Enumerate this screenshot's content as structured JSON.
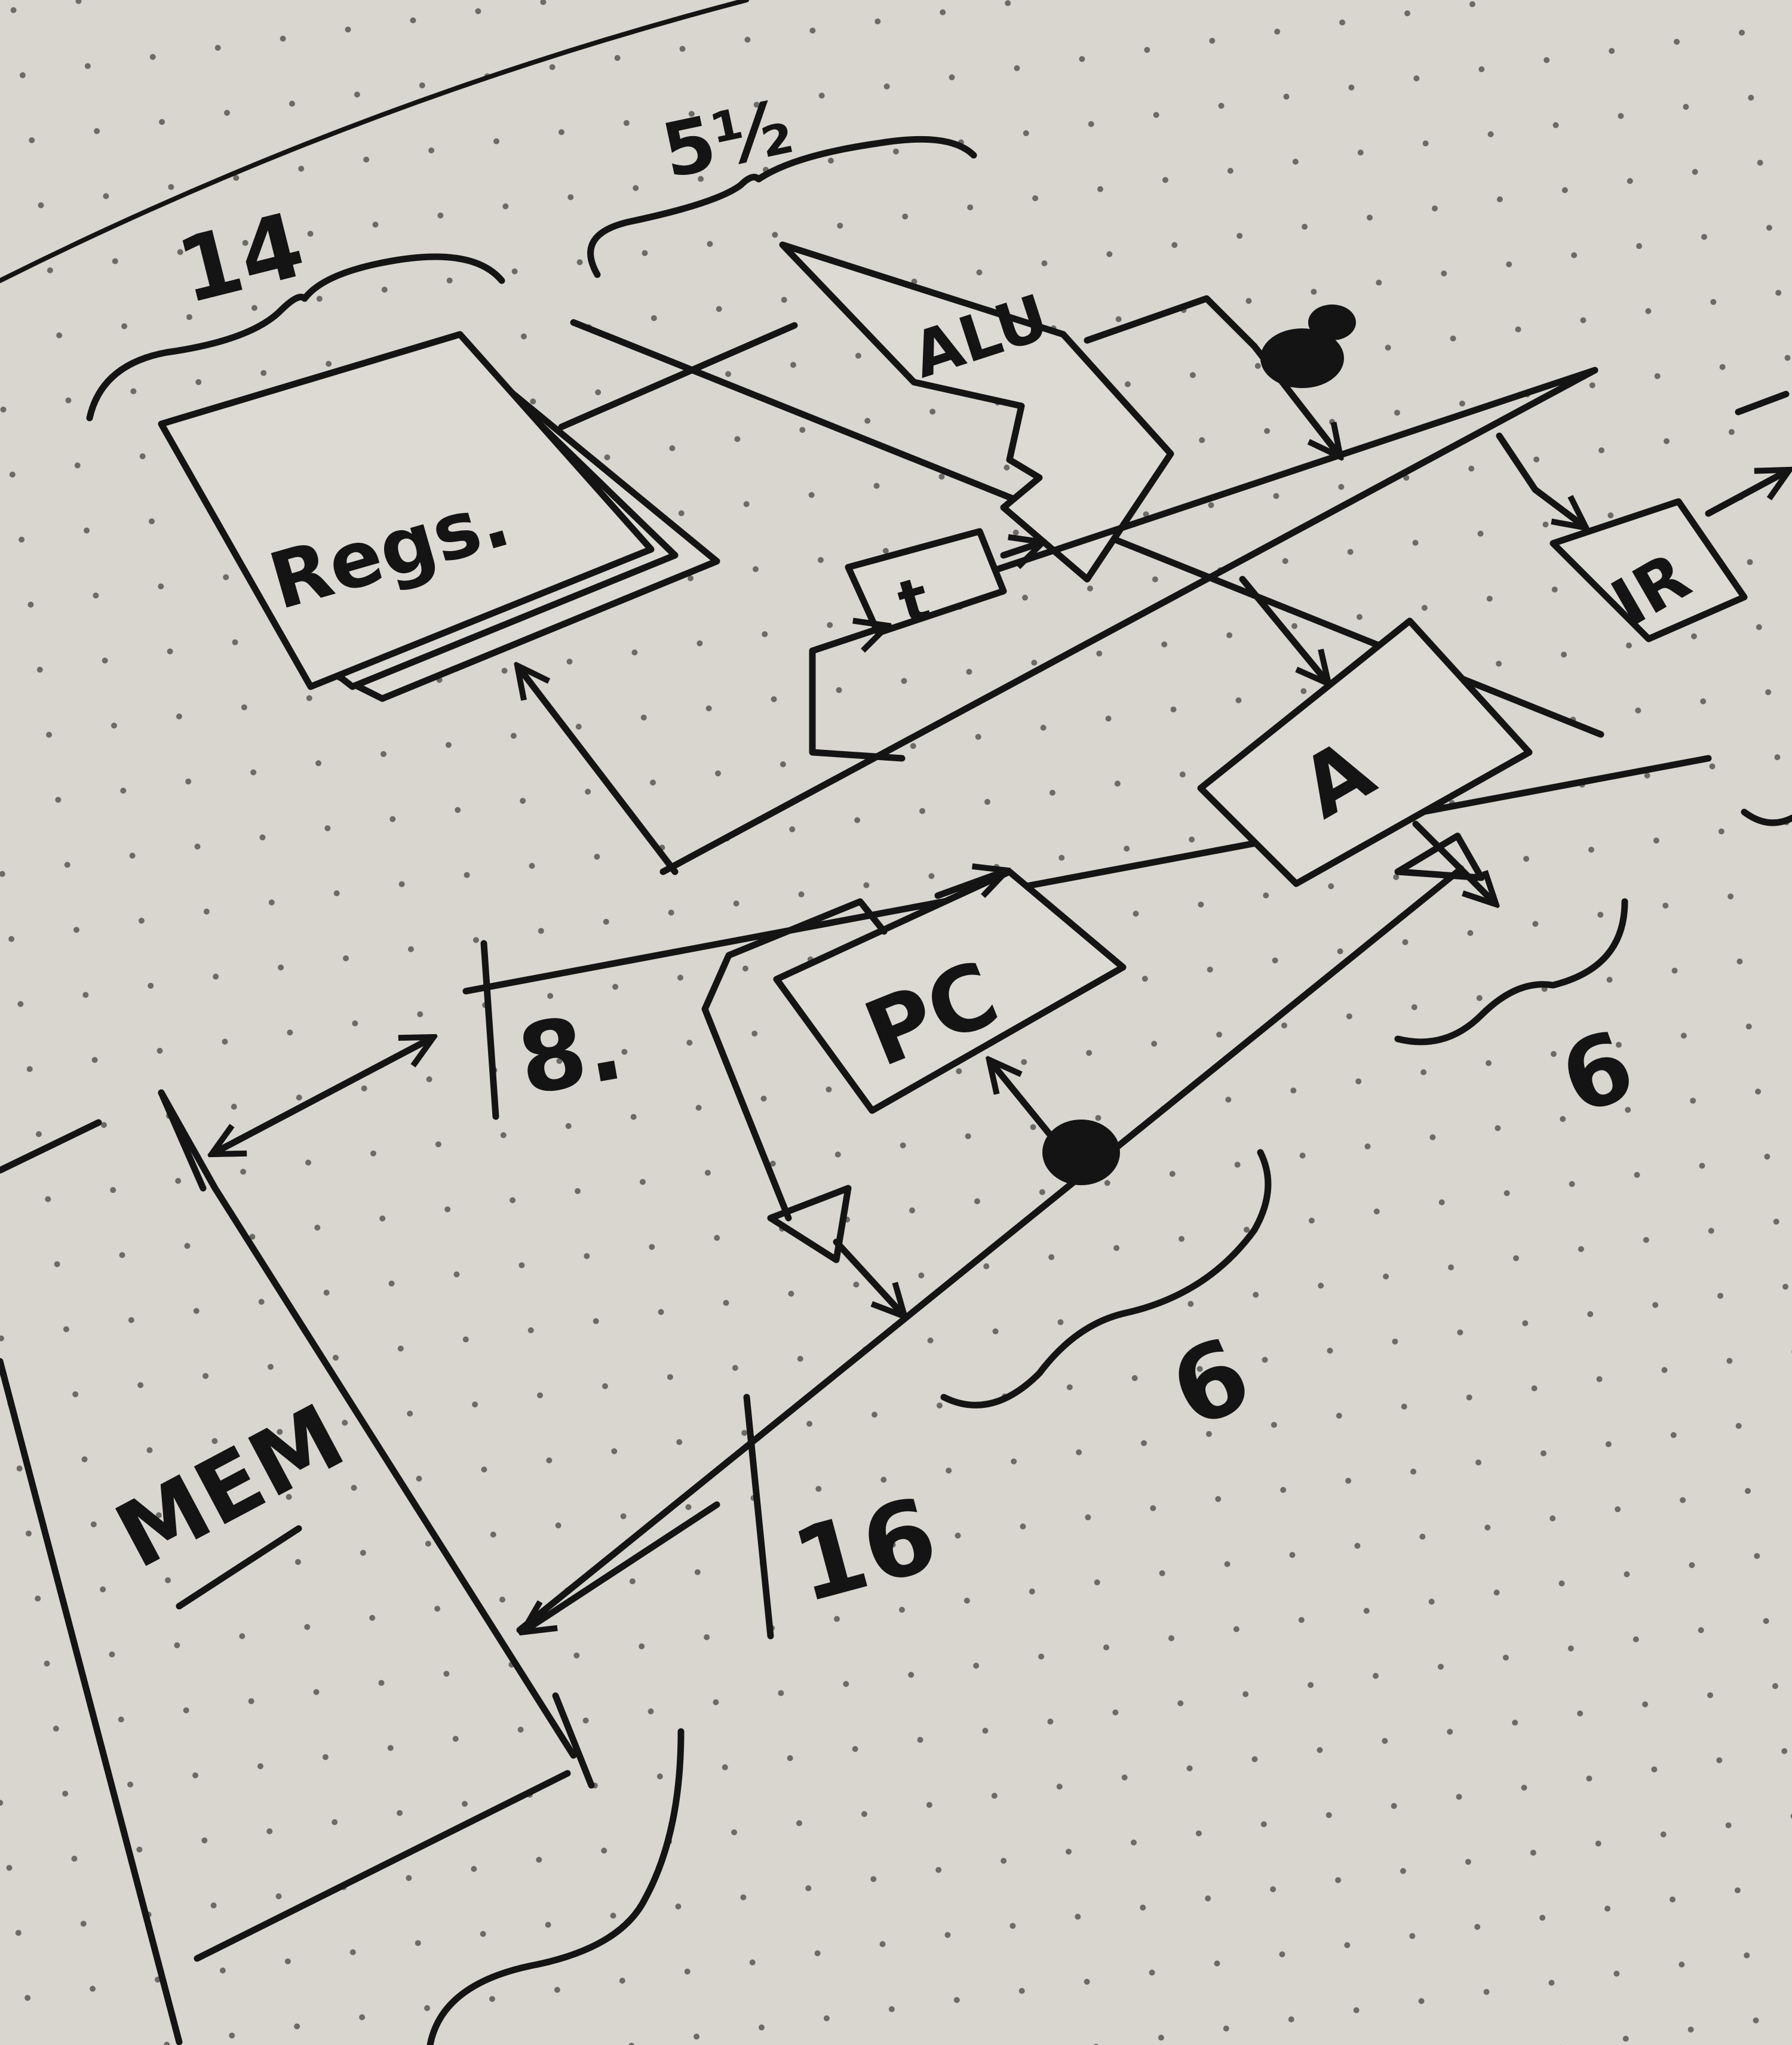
{
  "diagram": {
    "blocks": {
      "regs": "Regs.",
      "alu": "ALU",
      "t": "t",
      "ir": "IR",
      "a": "A",
      "pc": "PC",
      "mem": "MEM"
    },
    "annotations": {
      "regs_count": "14",
      "alu_count": "5½",
      "bus8": "8.",
      "bus16": "16",
      "a_count": "6",
      "pc_count": "6"
    }
  },
  "colors": {
    "paper": "#d8d6cf",
    "ink": "#141414"
  }
}
